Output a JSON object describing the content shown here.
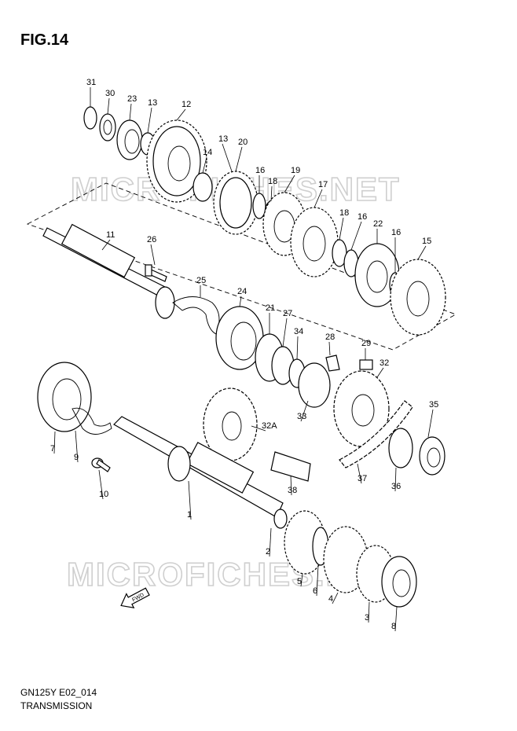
{
  "figure_title": "FIG.14",
  "footer": {
    "code": "GN125Y E02_014",
    "section": "TRANSMISSION"
  },
  "watermark": "MICROFICHES.NET",
  "fwd_label": "FWD",
  "callouts": [
    "31",
    "30",
    "23",
    "13",
    "12",
    "14",
    "13",
    "20",
    "16",
    "18",
    "19",
    "17",
    "18",
    "16",
    "22",
    "16",
    "15",
    "11",
    "26",
    "25",
    "24",
    "21",
    "27",
    "34",
    "28",
    "29",
    "32",
    "33",
    "7",
    "9",
    "10",
    "32A",
    "35",
    "37",
    "36",
    "38",
    "1",
    "2",
    "5",
    "6",
    "4",
    "3",
    "8"
  ]
}
